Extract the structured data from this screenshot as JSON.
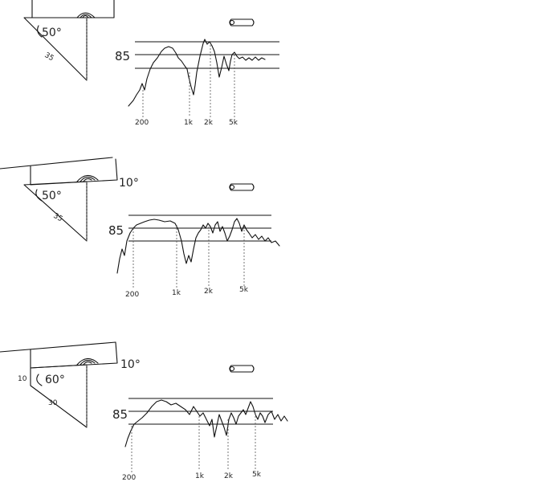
{
  "panels": [
    {
      "baffle_angle": "",
      "mount_angle": "50°",
      "side_dim": "",
      "slant_dim": "35",
      "level_label": "85",
      "freq_labels": [
        "200",
        "1k",
        "2k",
        "5k"
      ]
    },
    {
      "baffle_angle": "10°",
      "mount_angle": "50°",
      "side_dim": "",
      "slant_dim": "35",
      "level_label": "85",
      "freq_labels": [
        "200",
        "1k",
        "2k",
        "5k"
      ]
    },
    {
      "baffle_angle": "10°",
      "mount_angle": "60°",
      "side_dim": "10",
      "slant_dim": "30",
      "level_label": "85",
      "freq_labels": [
        "200",
        "1k",
        "2k",
        "5k"
      ]
    }
  ]
}
